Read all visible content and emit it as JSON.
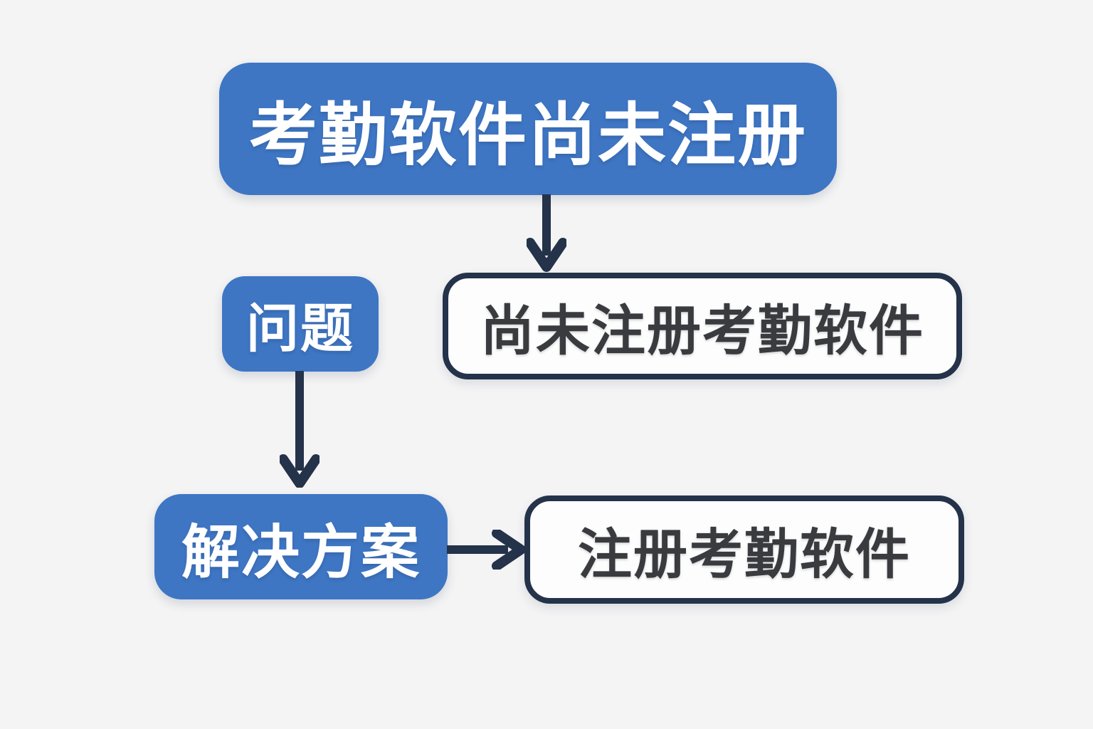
{
  "diagram": {
    "background_color": "#f4f4f5",
    "node_fill_blue": "#3e76c4",
    "node_fill_white": "#fdfdfe",
    "outline_color": "#24324a",
    "text_color_on_blue": "#ffffff",
    "text_color_on_white": "#3a3b3f",
    "nodes": [
      {
        "id": "title",
        "label": "考勤软件尚未注册",
        "style": "blue-filled"
      },
      {
        "id": "problem-label",
        "label": "问题",
        "style": "blue-filled"
      },
      {
        "id": "problem-desc",
        "label": "尚未注册考勤软件",
        "style": "white-outlined"
      },
      {
        "id": "solution-label",
        "label": "解决方案",
        "style": "blue-filled"
      },
      {
        "id": "solution-desc",
        "label": "注册考勤软件",
        "style": "white-outlined"
      }
    ],
    "connectors": [
      {
        "from": "title",
        "to": "problem-desc",
        "direction": "down"
      },
      {
        "from": "problem-label",
        "to": "solution-label",
        "direction": "down"
      },
      {
        "from": "solution-label",
        "to": "solution-desc",
        "direction": "right"
      }
    ]
  }
}
